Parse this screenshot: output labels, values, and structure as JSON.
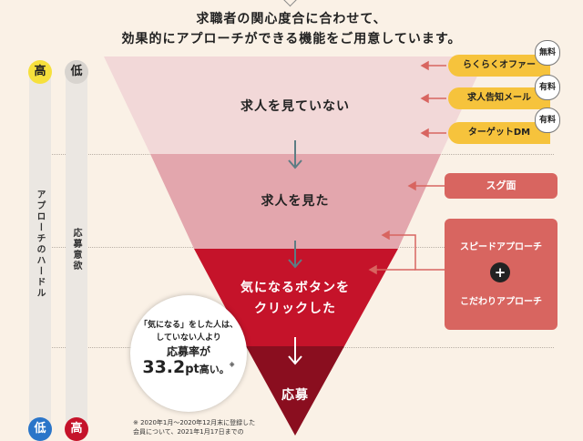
{
  "header": {
    "line1": "求職者の関心度合に合わせて、",
    "line2": "効果的にアプローチができる機能をご用意しています。"
  },
  "left_axis": {
    "hurdle_top": "高",
    "hurdle_bottom": "低",
    "hurdle_label": "アプローチのハードル",
    "desire_top": "低",
    "desire_bottom": "高",
    "desire_label": "応募意欲"
  },
  "funnel": {
    "stage1": "求人を見ていない",
    "stage2": "求人を見た",
    "stage3_line1": "気になるボタンを",
    "stage3_line2": "クリックした",
    "stage4": "応募"
  },
  "tools": [
    {
      "label": "らくらくオファー",
      "price": "無料"
    },
    {
      "label": "求人告知メール",
      "price": "有料"
    },
    {
      "label": "ターゲットDM",
      "price": "有料"
    }
  ],
  "stage2_tool": "スグ面",
  "stage3_tools": {
    "top": "スピードアプローチ",
    "plus": "+",
    "bottom": "こだわりアプローチ"
  },
  "callout": {
    "line1": "「気になる」をした人は、",
    "line2": "していない人より",
    "line3": "応募率が",
    "value": "33.2",
    "unit": "pt",
    "suffix": "高い。",
    "mark": "※"
  },
  "footnote": {
    "line1": "※ 2020年1月〜2020年12月末に登録した",
    "line2": "会員について、2021年1月17日までの"
  },
  "colors": {
    "stage1": "#f2d8d8",
    "stage2": "#e3a6ad",
    "stage3": "#c5132a",
    "stage4": "#8a0e1f",
    "accent_yellow": "#f6c33c",
    "tool_red": "#d86560"
  }
}
